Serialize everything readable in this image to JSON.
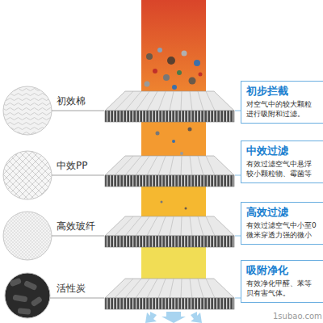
{
  "diagram": {
    "nodes": [
      {
        "text": [
          "初步拦截",
          "对空气中的较大颗粒 进行吸附和过滤。"
        ]
      },
      {
        "text": [
          "中效过滤",
          "有效过滤空气中悬浮 较小颗粒物、霉菌等"
        ]
      },
      {
        "text": [
          "高效过滤",
          "有效过滤空气中小至0 微米穿透力强的微小"
        ]
      },
      {
        "text": [
          "吸附净化",
          "有效净化甲醛、苯等 贝有害气体。"
        ]
      }
    ],
    "labels": [
      "初效棉",
      "中效PP",
      "高效玻纤",
      "活性炭",
      "1subao.com"
    ]
  }
}
